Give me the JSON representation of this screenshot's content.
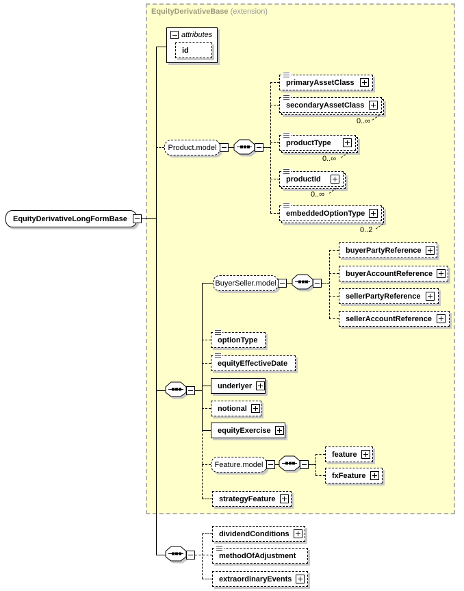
{
  "extension": {
    "title": "EquityDerivativeBase",
    "kind": "(extension)"
  },
  "root": {
    "label": "EquityDerivativeLongFormBase"
  },
  "attributes": {
    "header": "attributes",
    "id_attr": {
      "label": "id"
    }
  },
  "product_model": {
    "label": "Product.model",
    "children": {
      "primaryAssetClass": {
        "label": "primaryAssetClass"
      },
      "secondaryAssetClass": {
        "label": "secondaryAssetClass",
        "occurs": "0..∞"
      },
      "productType": {
        "label": "productType",
        "occurs": "0..∞"
      },
      "productId": {
        "label": "productId",
        "occurs": "0..∞"
      },
      "embeddedOptionType": {
        "label": "embeddedOptionType",
        "occurs": "0..2"
      }
    }
  },
  "main_sequence": {
    "buyer_seller_model": {
      "label": "BuyerSeller.model",
      "children": {
        "buyerPartyReference": {
          "label": "buyerPartyReference"
        },
        "buyerAccountReference": {
          "label": "buyerAccountReference"
        },
        "sellerPartyReference": {
          "label": "sellerPartyReference"
        },
        "sellerAccountReference": {
          "label": "sellerAccountReference"
        }
      }
    },
    "optionType": {
      "label": "optionType"
    },
    "equityEffectiveDate": {
      "label": "equityEffectiveDate"
    },
    "underlyer": {
      "label": "underlyer"
    },
    "notional": {
      "label": "notional"
    },
    "equityExercise": {
      "label": "equityExercise"
    },
    "feature_model": {
      "label": "Feature.model",
      "children": {
        "feature": {
          "label": "feature"
        },
        "fxFeature": {
          "label": "fxFeature"
        }
      }
    },
    "strategyFeature": {
      "label": "strategyFeature"
    }
  },
  "trailing_sequence": {
    "dividendConditions": {
      "label": "dividendConditions"
    },
    "methodOfAdjustment": {
      "label": "methodOfAdjustment"
    },
    "extraordinaryEvents": {
      "label": "extraordinaryEvents"
    }
  },
  "colors": {
    "extension_background": "#ffffcc",
    "extension_border": "#b3b3b3",
    "extension_title": "#99997a",
    "shadow": "#c9c9c9",
    "line": "#000000"
  }
}
